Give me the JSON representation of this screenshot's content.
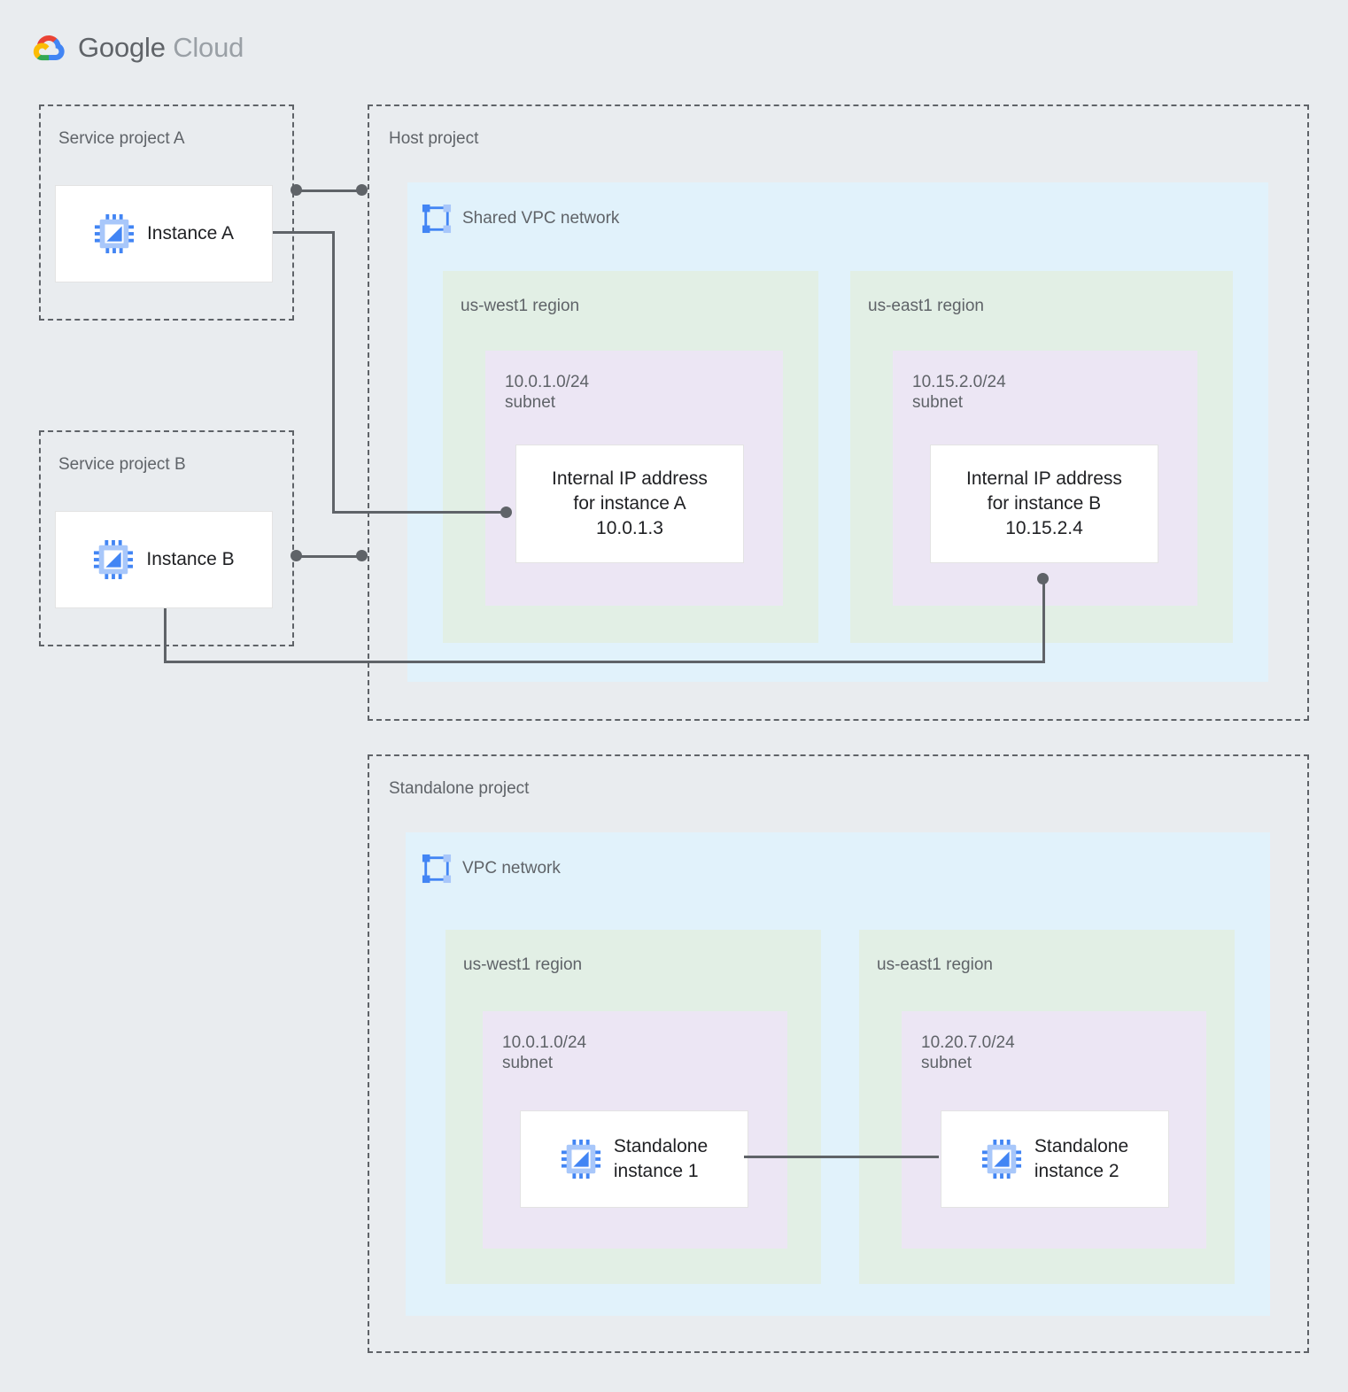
{
  "brand": {
    "name_part1": "Google",
    "name_part2": "Cloud",
    "logo_icon": "google-cloud-logo",
    "colors": {
      "red": "#ea4335",
      "blue": "#4285f4",
      "yellow": "#fbbc04",
      "green": "#34a853",
      "text": "#5f6368"
    }
  },
  "palette": {
    "page_background": "#e9ecef",
    "vpc_network": "#e1f2fb",
    "region": "#e2efe5",
    "subnet": "#ece6f4",
    "card": "#ffffff",
    "connector": "#5f6368",
    "label_text": "#5f6368",
    "card_text": "#202124",
    "icon_blue": "#4285f4",
    "icon_blue_light": "#a8c7fa"
  },
  "service_project_a": {
    "label": "Service project A",
    "instance": {
      "name": "Instance A",
      "icon": "cpu-chip-icon"
    }
  },
  "service_project_b": {
    "label": "Service project B",
    "instance": {
      "name": "Instance B",
      "icon": "cpu-chip-icon"
    }
  },
  "host_project": {
    "label": "Host project",
    "network": {
      "label": "Shared VPC network",
      "icon": "vpc-network-icon",
      "regions": [
        {
          "label": "us-west1 region",
          "subnet": {
            "cidr": "10.0.1.0/24",
            "kind": "subnet",
            "label": "10.0.1.0/24\nsubnet",
            "resource": {
              "text": "Internal IP address\nfor instance A\n10.0.1.3",
              "ip": "10.0.1.3",
              "title": "Internal IP address for instance A"
            }
          }
        },
        {
          "label": "us-east1 region",
          "subnet": {
            "cidr": "10.15.2.0/24",
            "kind": "subnet",
            "label": "10.15.2.0/24\nsubnet",
            "resource": {
              "text": "Internal IP address\nfor instance B\n10.15.2.4",
              "ip": "10.15.2.4",
              "title": "Internal IP address for instance B"
            }
          }
        }
      ]
    }
  },
  "standalone_project": {
    "label": "Standalone project",
    "network": {
      "label": "VPC network",
      "icon": "vpc-network-icon",
      "regions": [
        {
          "label": "us-west1 region",
          "subnet": {
            "cidr": "10.0.1.0/24",
            "kind": "subnet",
            "label": "10.0.1.0/24\nsubnet",
            "resource": {
              "text": "Standalone\ninstance 1",
              "icon": "cpu-chip-icon"
            }
          }
        },
        {
          "label": "us-east1 region",
          "subnet": {
            "cidr": "10.20.7.0/24",
            "kind": "subnet",
            "label": "10.20.7.0/24\nsubnet",
            "resource": {
              "text": "Standalone\ninstance 2",
              "icon": "cpu-chip-icon"
            }
          }
        }
      ]
    }
  },
  "connections": [
    {
      "name": "instance-a-to-host-project",
      "from": "Instance A",
      "to": "Host project"
    },
    {
      "name": "instance-a-to-internal-ip-a",
      "from": "Instance A",
      "to": "Internal IP address for instance A"
    },
    {
      "name": "instance-b-to-host-project",
      "from": "Instance B",
      "to": "Host project"
    },
    {
      "name": "instance-b-to-internal-ip-b",
      "from": "Instance B",
      "to": "Internal IP address for instance B"
    },
    {
      "name": "standalone-1-to-standalone-2",
      "from": "Standalone instance 1",
      "to": "Standalone instance 2"
    }
  ]
}
